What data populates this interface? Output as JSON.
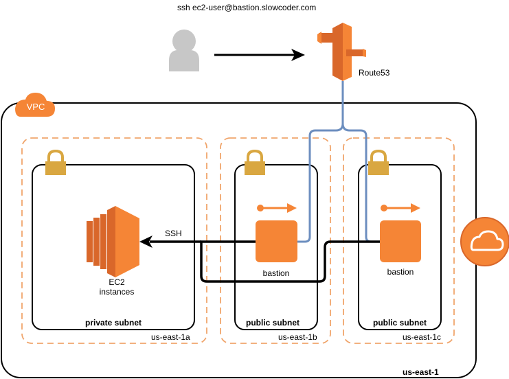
{
  "command": "ssh ec2-user@bastion.slowcoder.com",
  "route53": {
    "label": "Route53"
  },
  "vpc": {
    "badge": "VPC"
  },
  "region": {
    "label": "us-east-1"
  },
  "subnets": [
    {
      "label": "private subnet",
      "az": "us-east-1a"
    },
    {
      "label": "public subnet",
      "az": "us-east-1b"
    },
    {
      "label": "public subnet",
      "az": "us-east-1c"
    }
  ],
  "ec2": {
    "line1": "EC2",
    "line2": "instances"
  },
  "ssh_label": "SSH",
  "bastions": [
    {
      "label": "bastion"
    },
    {
      "label": "bastion"
    }
  ],
  "colors": {
    "orange": "#F58536",
    "orange_dark": "#D9672A",
    "gold": "#D9A741",
    "link_blue": "#6C8EBF",
    "user_gray": "#C7C7C7",
    "border": "#000000"
  }
}
